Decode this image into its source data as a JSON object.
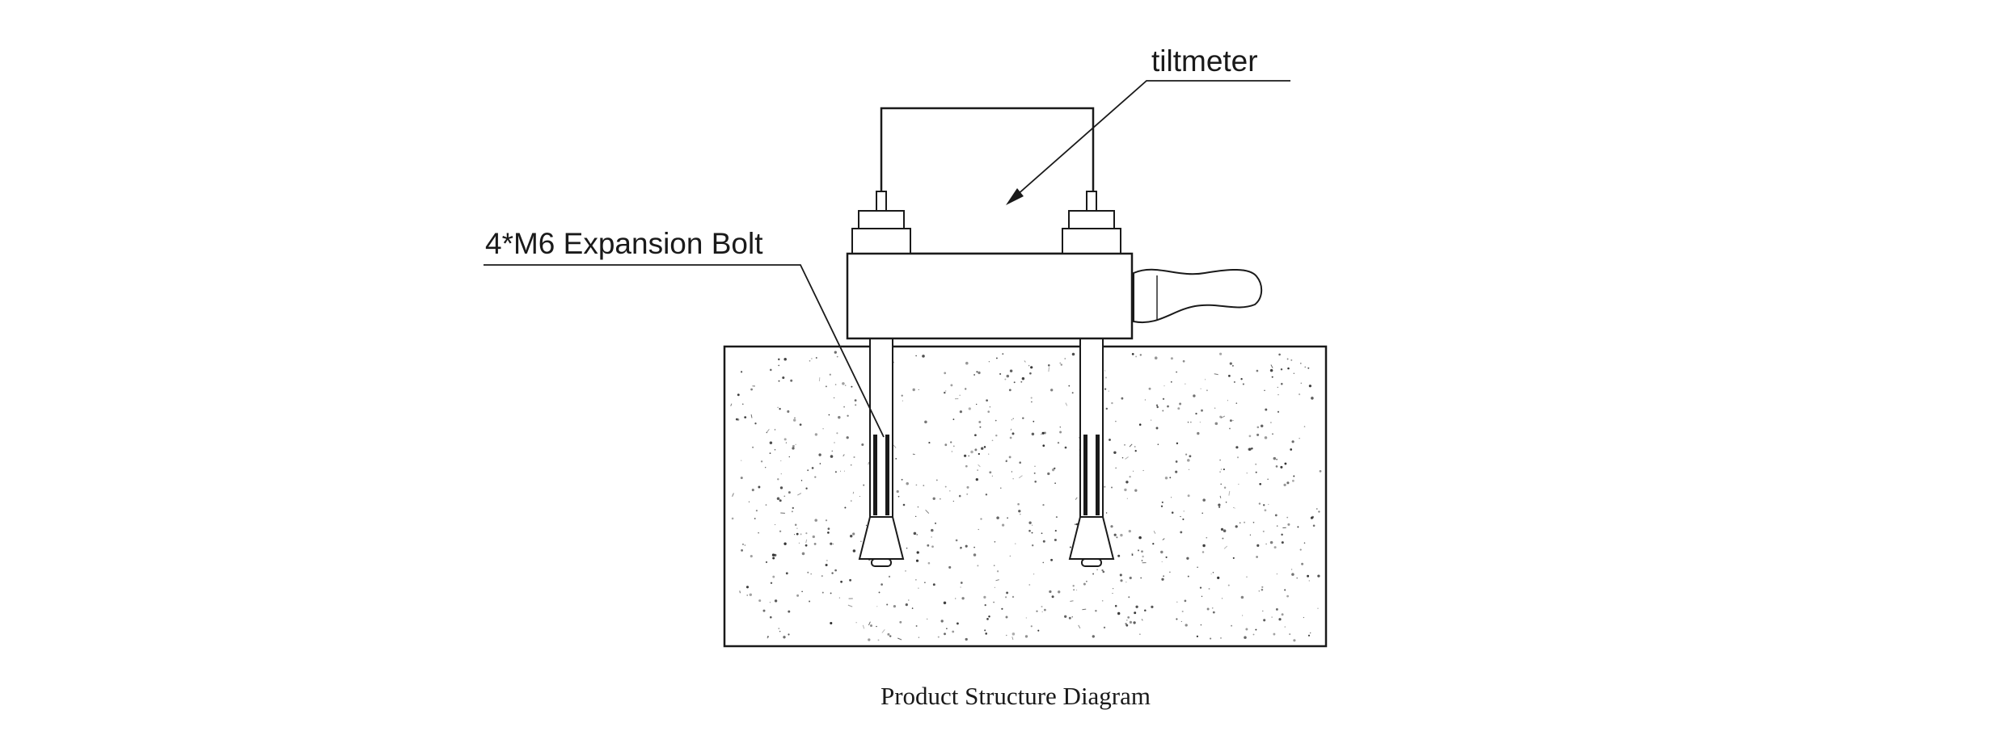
{
  "page": {
    "background": "#ffffff"
  },
  "diagram": {
    "caption": "Product Structure Diagram",
    "labels": {
      "tiltmeter": "tiltmeter",
      "expansion_bolt": "4*M6 Expansion Bolt"
    },
    "colors": {
      "line": "#1a1a1a",
      "fill": "#ffffff"
    }
  }
}
